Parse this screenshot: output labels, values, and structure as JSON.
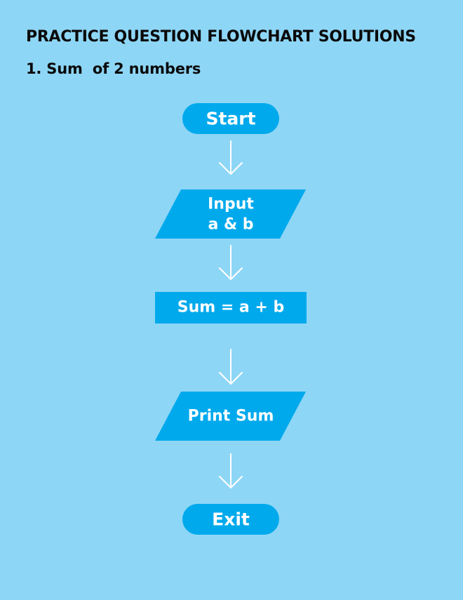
{
  "title": "PRACTICE QUESTION FLOWCHART SOLUTIONS",
  "subtitle": "1. Sum  of 2 numbers",
  "colors": {
    "background": "#8ed6f6",
    "node_fill": "#00a9ec",
    "text_on_node": "#ffffff",
    "heading_text": "#0a0a0a",
    "arrow": "#ffffff"
  },
  "flowchart": {
    "nodes": [
      {
        "id": "start",
        "shape": "terminator",
        "label": "Start"
      },
      {
        "id": "input",
        "shape": "parallelogram",
        "label_lines": [
          "Input",
          "a & b"
        ]
      },
      {
        "id": "process",
        "shape": "rectangle",
        "label": "Sum = a + b"
      },
      {
        "id": "output",
        "shape": "parallelogram",
        "label": "Print Sum"
      },
      {
        "id": "exit",
        "shape": "terminator",
        "label": "Exit"
      }
    ],
    "edges": [
      {
        "from": "start",
        "to": "input"
      },
      {
        "from": "input",
        "to": "process"
      },
      {
        "from": "process",
        "to": "output"
      },
      {
        "from": "output",
        "to": "exit"
      }
    ]
  }
}
